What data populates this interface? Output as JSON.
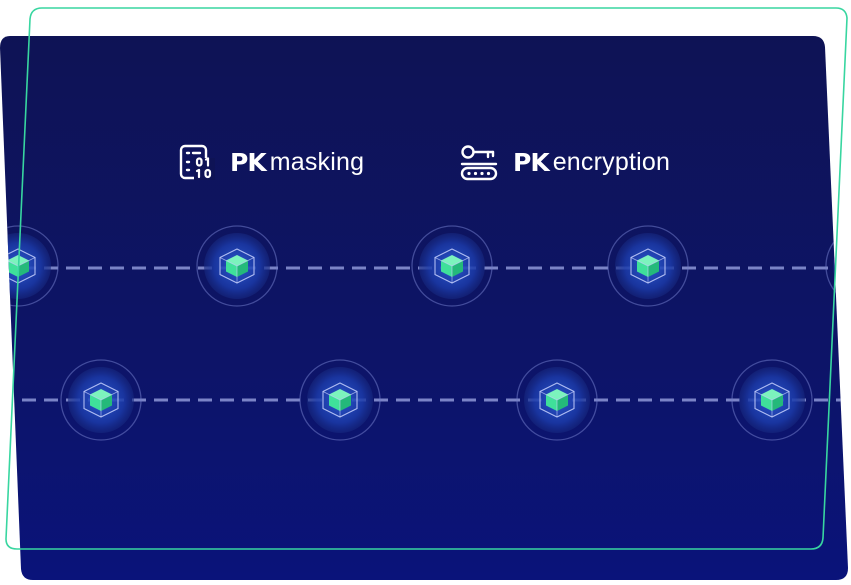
{
  "features": [
    {
      "icon": "data-mask-icon",
      "brand": "PK",
      "label": "masking"
    },
    {
      "icon": "key-conveyor-icon",
      "brand": "PK",
      "label": "encryption"
    }
  ],
  "colors": {
    "background_top": "#0e155f",
    "background_bottom": "#0a1170",
    "frame_accent": "#38d6a0",
    "cube_green": "#3fe09a",
    "dash_line": "#8f98d8",
    "text": "#ffffff"
  }
}
